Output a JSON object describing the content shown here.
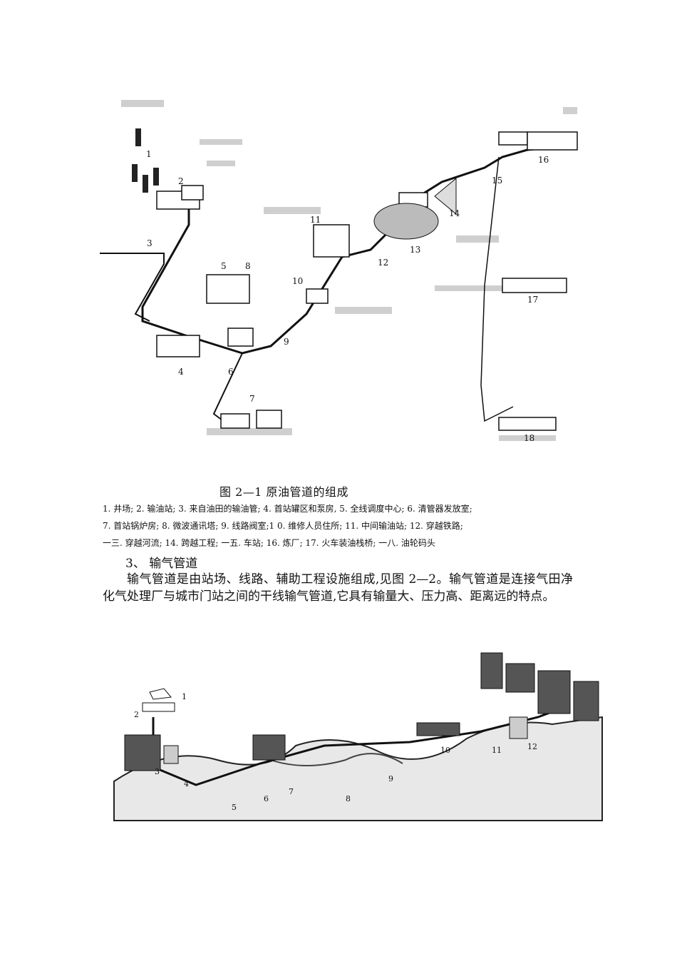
{
  "figure1": {
    "caption": "图 2—1  原油管道的组成",
    "numbers": [
      "1",
      "2",
      "3",
      "4",
      "5",
      "6",
      "7",
      "8",
      "9",
      "10",
      "11",
      "12",
      "13",
      "14",
      "15",
      "16",
      "17",
      "18"
    ],
    "legend_lines": [
      "1. 井场; 2. 输油站; 3. 来自油田的输油管; 4. 首站罐区和泵房, 5. 全线调度中心; 6. 清管器发放室;",
      "7. 首站锅炉房; 8. 微波通讯塔; 9. 线路阀室;1 0. 维修人员住所; 11. 中间输油站; 12. 穿越铁路;",
      "一三. 穿越河流; 14. 跨越工程; 一五. 车站; 16. 炼厂; 17. 火车装油栈桥; 一八. 油轮码头"
    ]
  },
  "section": {
    "heading": "3、  输气管道",
    "paragraph": "输气管道是由站场、线路、辅助工程设施组成,见图 2—2。输气管道是连接气田净化气处理厂与城市门站之间的干线输气管道,它具有输量大、压力高、距离远的特点。"
  },
  "figure2": {
    "numbers": [
      "1",
      "2",
      "3",
      "4",
      "5",
      "6",
      "7",
      "8",
      "9",
      "10",
      "11",
      "12"
    ]
  }
}
